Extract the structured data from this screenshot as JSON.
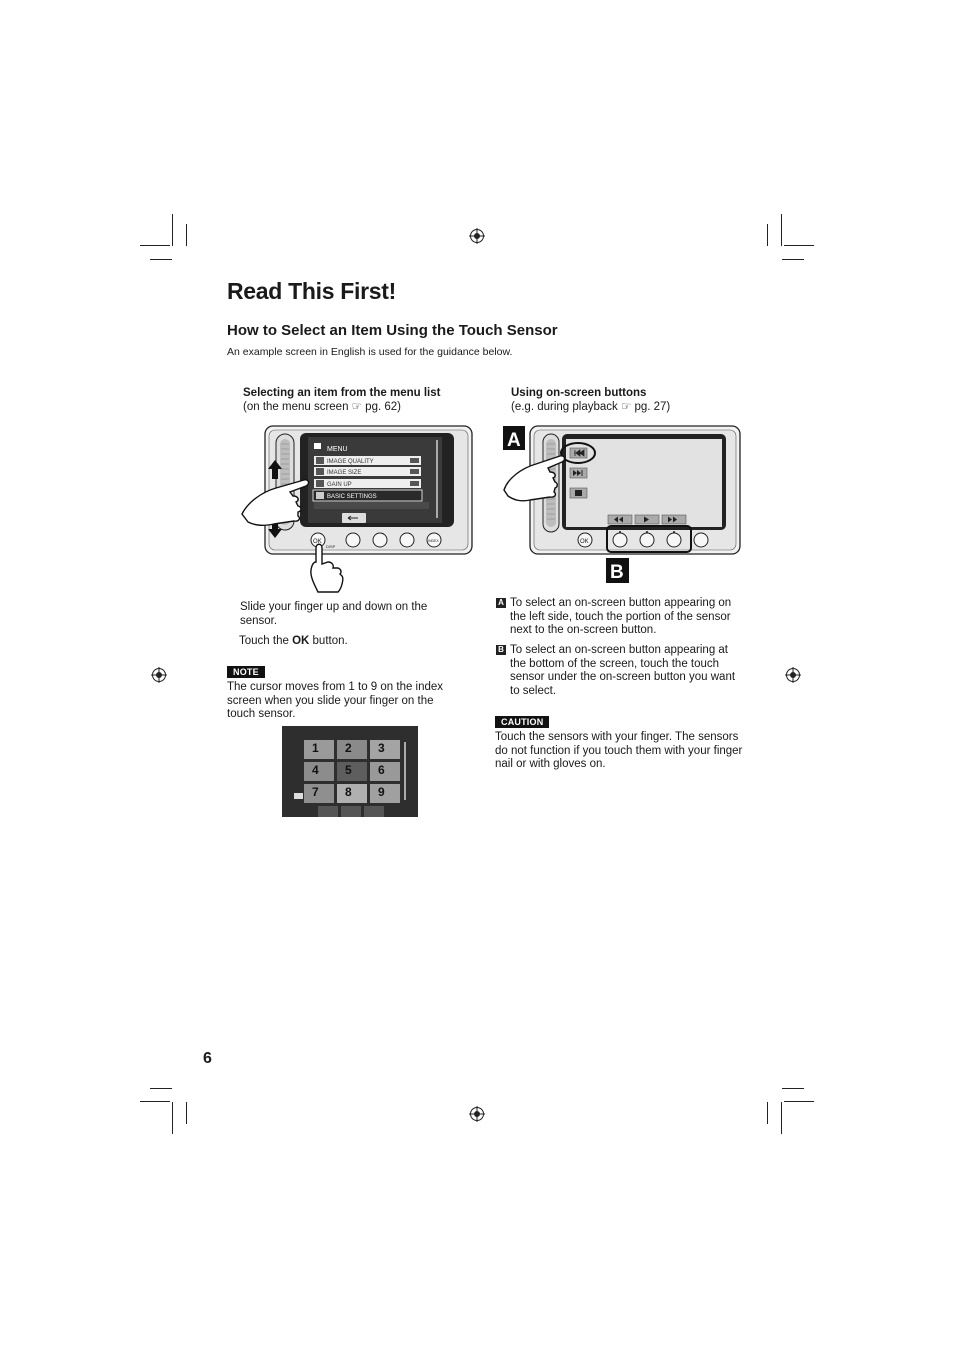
{
  "page": {
    "title": "Read This First!",
    "section_title": "How to Select an Item Using the Touch Sensor",
    "intro": "An example screen in English is used for the guidance below.",
    "page_number": "6"
  },
  "left_figure": {
    "caption_bold": "Selecting an item from the menu list",
    "caption_sub": "(on the menu screen ☞ pg. 62)",
    "menu_title": "MENU",
    "menu_items": [
      "IMAGE QUALITY",
      "IMAGE SIZE",
      "GAIN UP",
      "BASIC SETTINGS"
    ],
    "ok_label": "OK",
    "disp_label": "DISP",
    "index_label": "INDEX"
  },
  "left_text": {
    "step1": "Slide your finger up and down on the sensor.",
    "step2_pre": "Touch the ",
    "step2_bold": "OK",
    "step2_post": " button.",
    "note_tag": "NOTE",
    "note_text": "The cursor moves from 1 to 9 on the index screen when you slide your finger on the touch sensor.",
    "thumbnail_numbers": [
      "1",
      "2",
      "3",
      "4",
      "5",
      "6",
      "7",
      "8",
      "9"
    ]
  },
  "right_figure": {
    "caption_bold": "Using on-screen buttons",
    "caption_sub": "(e.g. during playback ☞ pg. 27)",
    "label_a": "A",
    "label_b": "B",
    "ok_label": "OK"
  },
  "right_text": {
    "item_a_label": "A",
    "item_a": "To select an on-screen button appearing on the left side, touch the portion of the sensor next to the on-screen button.",
    "item_b_label": "B",
    "item_b": "To select an on-screen button appearing at the bottom of the screen, touch the touch sensor under the on-screen button you want to select.",
    "caution_tag": "CAUTION",
    "caution_text": "Touch the sensors with your finger. The sensors do not function if you touch them with your finger nail or with gloves on."
  }
}
